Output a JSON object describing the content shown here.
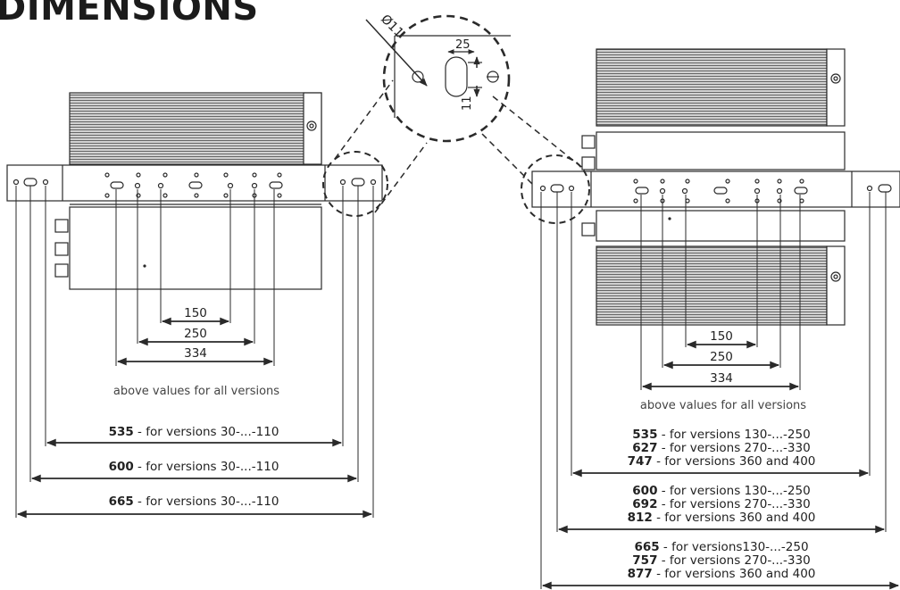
{
  "title": "DIMENSIONS",
  "detail": {
    "hole_label": "Ø11",
    "slot_width": "25",
    "slot_height": "11"
  },
  "left": {
    "inner_dims": [
      "150",
      "250",
      "334"
    ],
    "note": "above values for all versions",
    "outer_dims": [
      {
        "value": "535",
        "text": " - for versions 30-...-110"
      },
      {
        "value": "600",
        "text": " - for versions 30-...-110"
      },
      {
        "value": "665",
        "text": " - for versions 30-...-110"
      }
    ]
  },
  "right": {
    "inner_dims": [
      "150",
      "250",
      "334"
    ],
    "note": "above values for all versions",
    "groups": [
      [
        {
          "value": "535",
          "text": " - for versions 130-...-250"
        },
        {
          "value": "627",
          "text": " - for versions 270-...-330"
        },
        {
          "value": "747",
          "text": " - for versions 360 and 400"
        }
      ],
      [
        {
          "value": "600",
          "text": " - for versions 130-...-250"
        },
        {
          "value": "692",
          "text": " - for versions 270-...-330"
        },
        {
          "value": "812",
          "text": " - for versions 360 and 400"
        }
      ],
      [
        {
          "value": "665",
          "text": " - for versions130-...-250"
        },
        {
          "value": "757",
          "text": " - for versions 270-...-330"
        },
        {
          "value": "877",
          "text": " - for versions 360 and 400"
        }
      ]
    ]
  },
  "colors": {
    "line": "#2a2a2a",
    "fin": "#555555",
    "text": "#222222"
  }
}
